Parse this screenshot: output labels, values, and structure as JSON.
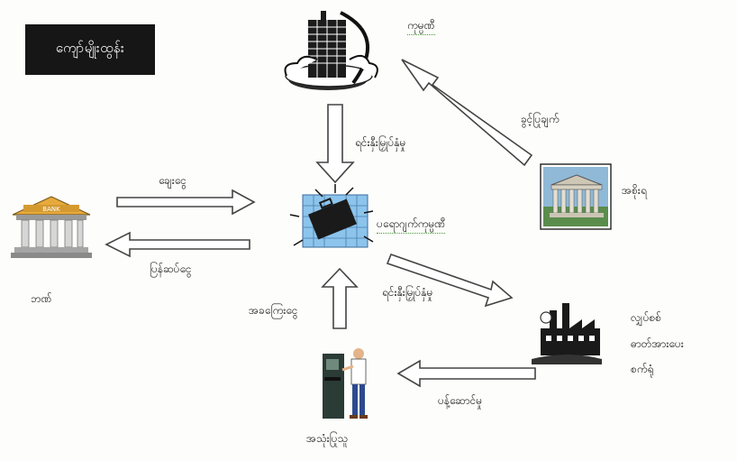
{
  "title": "ကျော်မျိုးထွန်း",
  "nodes": {
    "company": "ကုမ္ပဏီ",
    "government": "အစိုးရ",
    "bank": "ဘဏ်",
    "business": "ပရောဂျက်ကုမ္ပဏီ",
    "factory_lines": [
      "လျှပ်စစ်",
      "ဓာတ်အားပေး",
      "စက်ရုံ"
    ],
    "user": "အသုံးပြုသူ"
  },
  "flows": {
    "company_to_business": "ရင်းနှီးမြှုပ်နှံမှု",
    "gov_to_company": "ခွင့်ပြုချက်",
    "bank_to_business": "ချေးငွေ",
    "business_to_bank": "ပြန်ဆပ်ငွေ",
    "business_to_factory": "ရင်းနှီးမြှုပ်နှံမှု",
    "user_to_business": "အခကြေးငွေ",
    "factory_to_user": "ပန့်ဆောင်မှု"
  }
}
